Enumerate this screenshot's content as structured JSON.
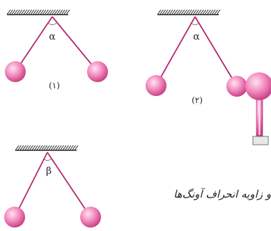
{
  "colors": {
    "string": "#b5256e",
    "ball_light": "#ffe4f1",
    "ball_mid": "#f28bbf",
    "ball_dark": "#c2387e",
    "support": "#222222",
    "stand_base": "#e8e8e8"
  },
  "diagrams": [
    {
      "angle_symbol": "α",
      "caption": "(۱)",
      "has_attracting_sphere": false
    },
    {
      "angle_symbol": "α",
      "caption": "(۲)",
      "has_attracting_sphere": true
    },
    {
      "angle_symbol": "β",
      "caption": "",
      "has_attracting_sphere": false
    }
  ],
  "caption_text": "و زاویه انحراف آونگ‌ها"
}
